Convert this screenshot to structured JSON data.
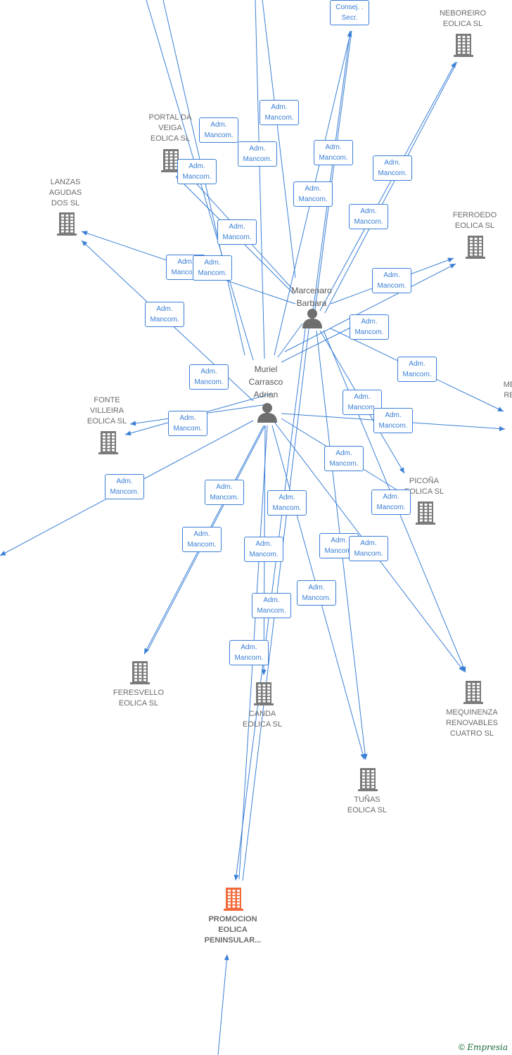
{
  "persons": [
    {
      "id": "marcenaro",
      "label": "Marcenaro\nBarbara"
    },
    {
      "id": "muriel",
      "label": "Muriel\nCarrasco\nAdrian"
    }
  ],
  "companies": [
    {
      "id": "neboreiro",
      "label": "NEBOREIRO\nEOLICA SL",
      "focus": false
    },
    {
      "id": "portal",
      "label": "PORTAL DA\nVEIGA\nEOLICA SL",
      "focus": false
    },
    {
      "id": "lanzas",
      "label": "LANZAS\nAGUDAS\nDOS SL",
      "focus": false
    },
    {
      "id": "ferroedo",
      "label": "FERROEDO\nEOLICA SL",
      "focus": false
    },
    {
      "id": "fonte",
      "label": "FONTE\nVILLEIRA\nEOLICA SL",
      "focus": false
    },
    {
      "id": "picona",
      "label": "PICOÑA\nEOLICA SL",
      "focus": false
    },
    {
      "id": "feresvello",
      "label": "FERESVELLO\nEOLICA SL",
      "focus": false
    },
    {
      "id": "canda",
      "label": "CANDA\nEOLICA SL",
      "focus": false
    },
    {
      "id": "mequinenza",
      "label": "MEQUINENZA\nRENOVABLES\nCUATRO SL",
      "focus": false
    },
    {
      "id": "tunas",
      "label": "TUÑAS\nEOLICA SL",
      "focus": false
    },
    {
      "id": "promocion",
      "label": "PROMOCION\nEOLICA\nPENINSULAR...",
      "focus": true
    },
    {
      "id": "edge_right",
      "label": "ME\nRE",
      "focus": false
    }
  ],
  "relations": {
    "adm": "Adm.\nMancom.",
    "consej": "Consej. .\nSecr."
  },
  "colors": {
    "edge": "#3a7fd5",
    "company_icon": "#7a7a7a",
    "focus_icon": "#f26a3a",
    "person_icon": "#6e6e6e"
  },
  "copyright": {
    "symbol": "©",
    "brand": "Empresia"
  }
}
